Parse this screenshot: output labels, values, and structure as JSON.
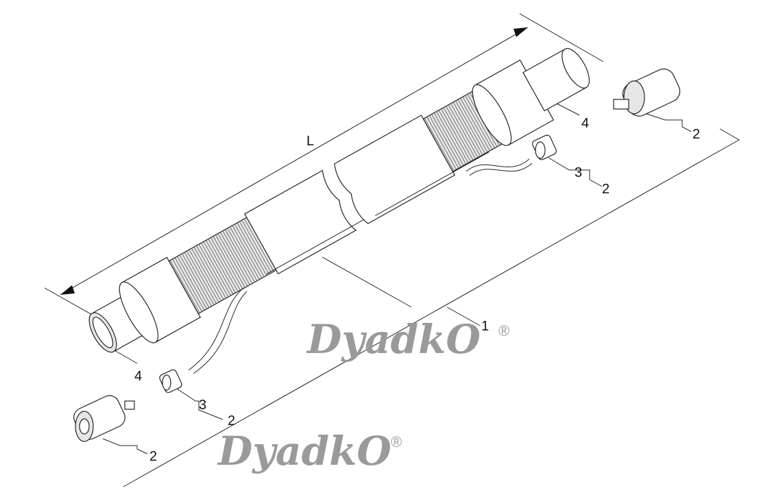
{
  "diagram": {
    "dimension_label": "L",
    "callouts": {
      "pipe": "1",
      "connector_right": "2",
      "connector_left": "2",
      "nut_right_sub": "2",
      "nut_left_sub": "2",
      "nut_right": "3",
      "nut_left": "3",
      "end_cap_left": "4",
      "end_cap_right": "4"
    }
  },
  "watermark": {
    "text": "DyadkO",
    "registered": "®"
  }
}
